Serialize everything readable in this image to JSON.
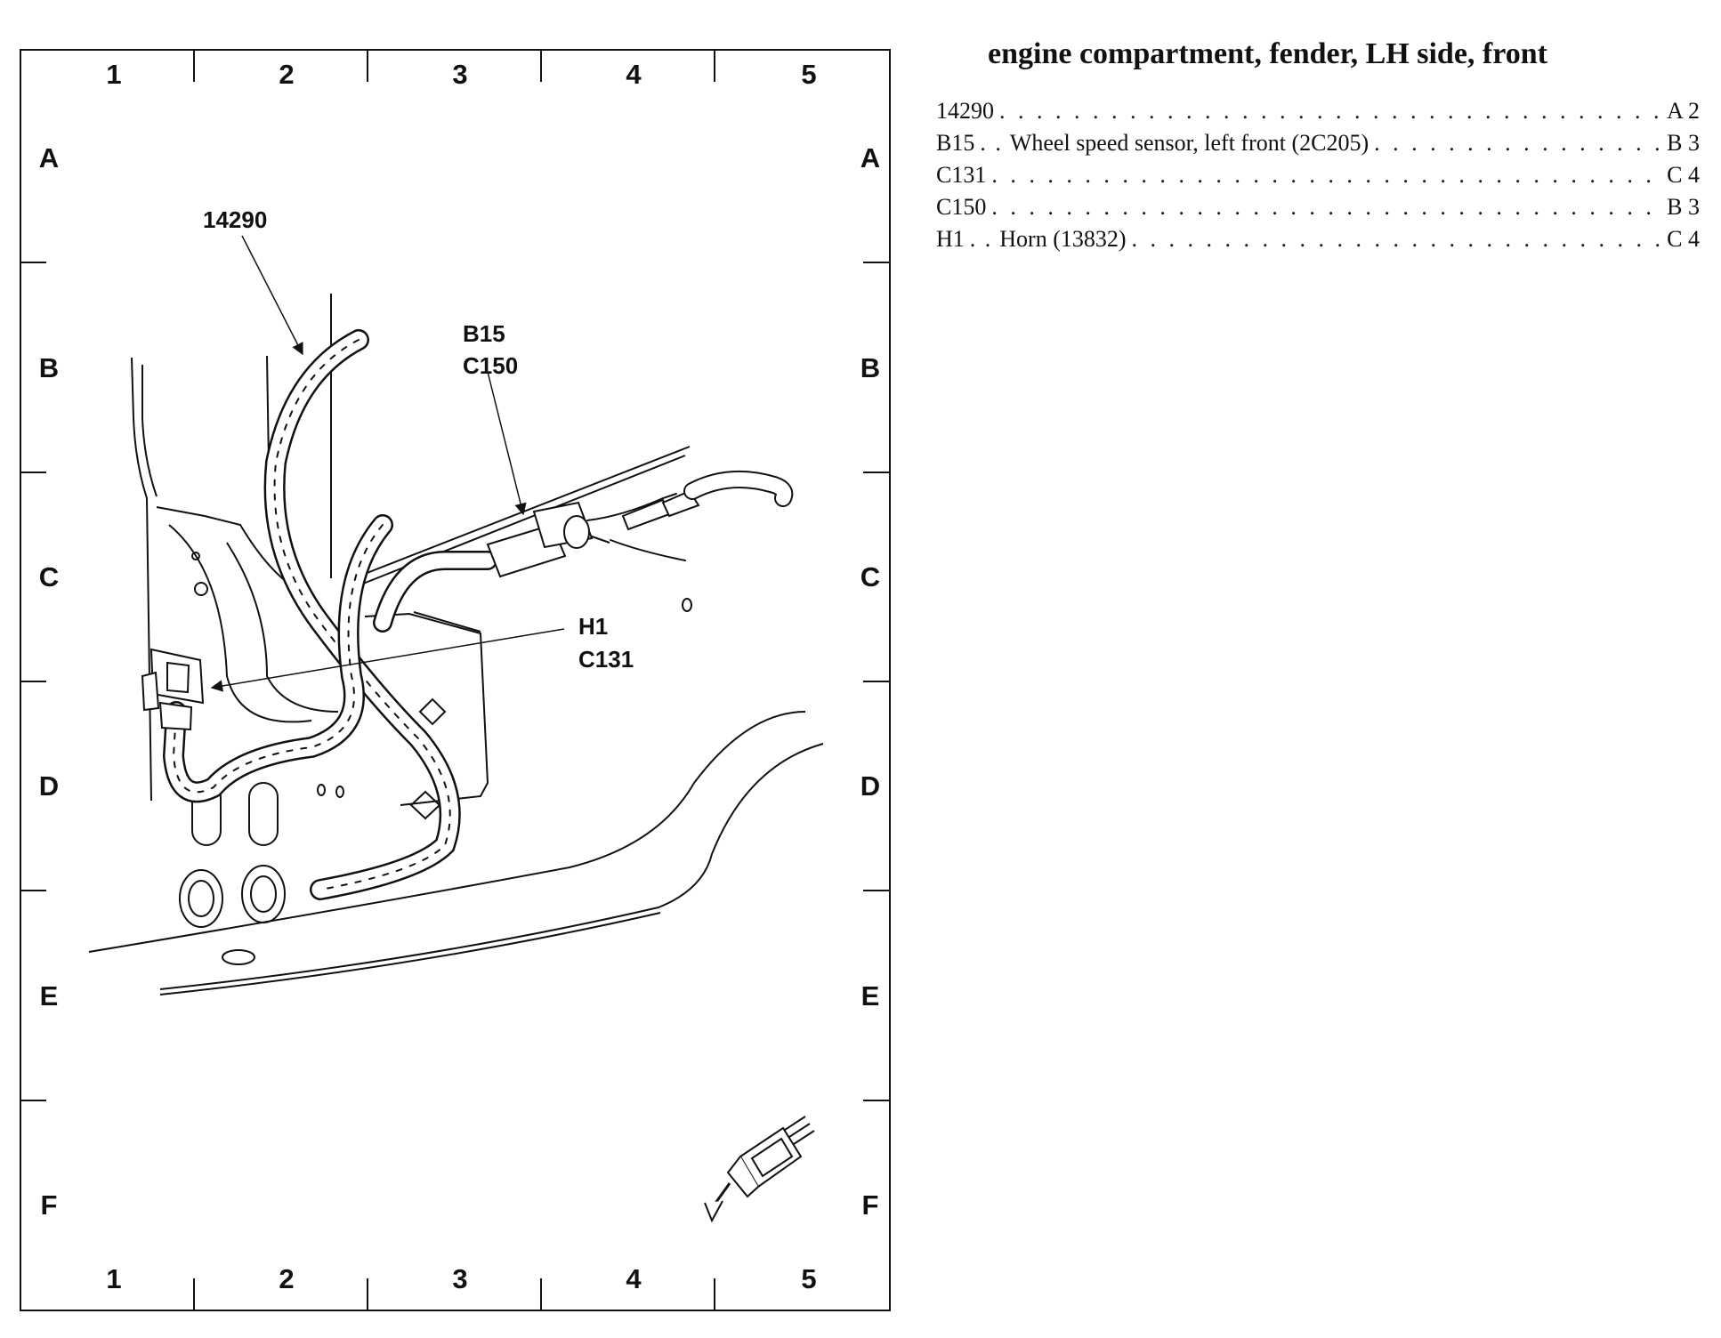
{
  "diagram": {
    "columns": [
      "1",
      "2",
      "3",
      "4",
      "5"
    ],
    "rows": [
      "A",
      "B",
      "C",
      "D",
      "E",
      "F"
    ],
    "callouts": {
      "harness": "14290",
      "sensor": "B15",
      "sensor_connector": "C150",
      "horn": "H1",
      "horn_connector": "C131"
    }
  },
  "index": {
    "title": "engine compartment, fender, LH side, front",
    "items": [
      {
        "id": "14290",
        "desc": "",
        "loc": "A 2"
      },
      {
        "id": "B15",
        "desc": "Wheel speed sensor, left front (2C205)",
        "loc": "B 3"
      },
      {
        "id": "C131",
        "desc": "",
        "loc": "C 4"
      },
      {
        "id": "C150",
        "desc": "",
        "loc": "B 3"
      },
      {
        "id": "H1",
        "desc": "Horn (13832)",
        "loc": "C 4"
      }
    ]
  }
}
